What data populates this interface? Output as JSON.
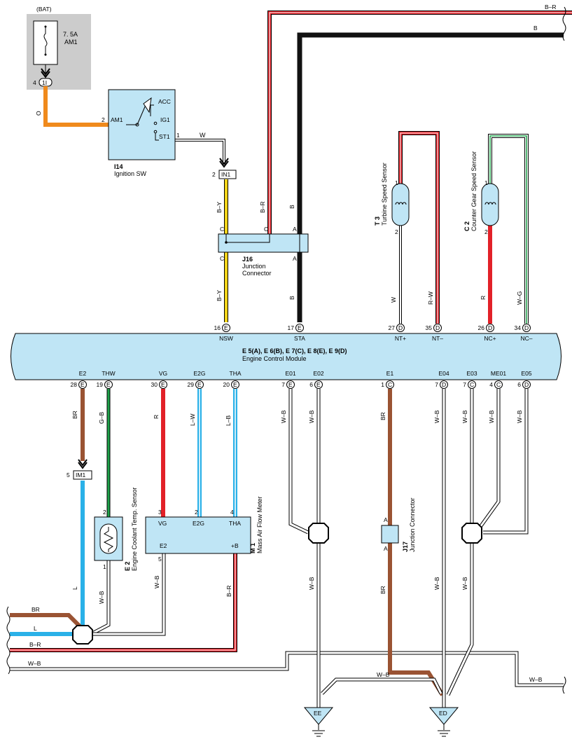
{
  "colors": {
    "ecm_fill": "#bfe5f5",
    "box_fill": "#bfe5f5",
    "bat_panel": "#cccccc",
    "wire_orange": "#f08a1c",
    "wire_yellow": "#f4d51a",
    "wire_black": "#111111",
    "wire_red": "#e22128",
    "wire_white": "#ffffff",
    "wire_green": "#1ea24a",
    "wire_brown": "#9a5333",
    "wire_blue": "#2ab1e8"
  },
  "battery": {
    "label": "(BAT)",
    "fuse_rating": "7. 5A",
    "fuse_name": "AM1",
    "pin": "4",
    "connector": "1I"
  },
  "wire_codes": {
    "o": "O",
    "w": "W",
    "by": "B–Y",
    "br_red": "B–R",
    "b": "B",
    "rw": "R–W",
    "r": "R",
    "wg": "W–G",
    "brown": "BR",
    "gb": "G–B",
    "lw": "L–W",
    "lb": "L–B",
    "l": "L",
    "wb": "W–B"
  },
  "ignition_switch": {
    "id": "I14",
    "name": "Ignition SW",
    "pin_am1": "2",
    "pin_st1": "1",
    "terminals": {
      "am1": "AM1",
      "acc": "ACC",
      "ig1": "IG1",
      "st1": "ST1"
    }
  },
  "in1": {
    "pin": "2",
    "connector": "IN1"
  },
  "j16": {
    "id": "J16",
    "name_line1": "Junction",
    "name_line2": "Connector",
    "c": "C",
    "a": "A"
  },
  "turbine_sensor": {
    "id": "T 3",
    "name": "Turbine Speed Sensor",
    "pin1": "1",
    "pin2": "2"
  },
  "counter_sensor": {
    "id": "C 2",
    "name": "Counter Gear Speed Sensor",
    "pin1": "1",
    "pin2": "2"
  },
  "ecm": {
    "connectors": "E 5(A), E 6(B), E 7(C), E 8(E), E 9(D)",
    "name": "Engine Control Module",
    "top_pins": [
      {
        "num": "16",
        "conn": "E",
        "sig": "NSW"
      },
      {
        "num": "17",
        "conn": "E",
        "sig": "STA"
      },
      {
        "num": "27",
        "conn": "D",
        "sig": "NT+"
      },
      {
        "num": "35",
        "conn": "D",
        "sig": "NT–"
      },
      {
        "num": "26",
        "conn": "D",
        "sig": "NC+"
      },
      {
        "num": "34",
        "conn": "D",
        "sig": "NC–"
      }
    ],
    "bottom_pins": [
      {
        "num": "28",
        "conn": "E",
        "sig": "E2"
      },
      {
        "num": "19",
        "conn": "E",
        "sig": "THW"
      },
      {
        "num": "30",
        "conn": "E",
        "sig": "VG"
      },
      {
        "num": "29",
        "conn": "E",
        "sig": "E2G"
      },
      {
        "num": "20",
        "conn": "E",
        "sig": "THA"
      },
      {
        "num": "7",
        "conn": "E",
        "sig": "E01"
      },
      {
        "num": "6",
        "conn": "E",
        "sig": "E02"
      },
      {
        "num": "1",
        "conn": "C",
        "sig": "E1"
      },
      {
        "num": "7",
        "conn": "D",
        "sig": "E04"
      },
      {
        "num": "7",
        "conn": "C",
        "sig": "E03"
      },
      {
        "num": "4",
        "conn": "C",
        "sig": "ME01"
      },
      {
        "num": "6",
        "conn": "D",
        "sig": "E05"
      }
    ]
  },
  "im1": {
    "pin": "5",
    "connector": "IM1"
  },
  "coolant_sensor": {
    "id": "E 2",
    "name": "Engine Coolant Temp.  Sensor",
    "pin2": "2",
    "pin1": "1"
  },
  "maf": {
    "id": "M 1",
    "name": "Mass Air Flow Meter",
    "pin3": "3",
    "pin2": "2",
    "pin4": "4",
    "pin5": "5",
    "vg": "VG",
    "e2g": "E2G",
    "tha": "THA",
    "e2": "E2",
    "plus_b": "+B"
  },
  "j17": {
    "id": "J17",
    "name": "Junction Connector",
    "a": "A"
  },
  "grounds": {
    "ee": "EE",
    "ed": "ED"
  }
}
